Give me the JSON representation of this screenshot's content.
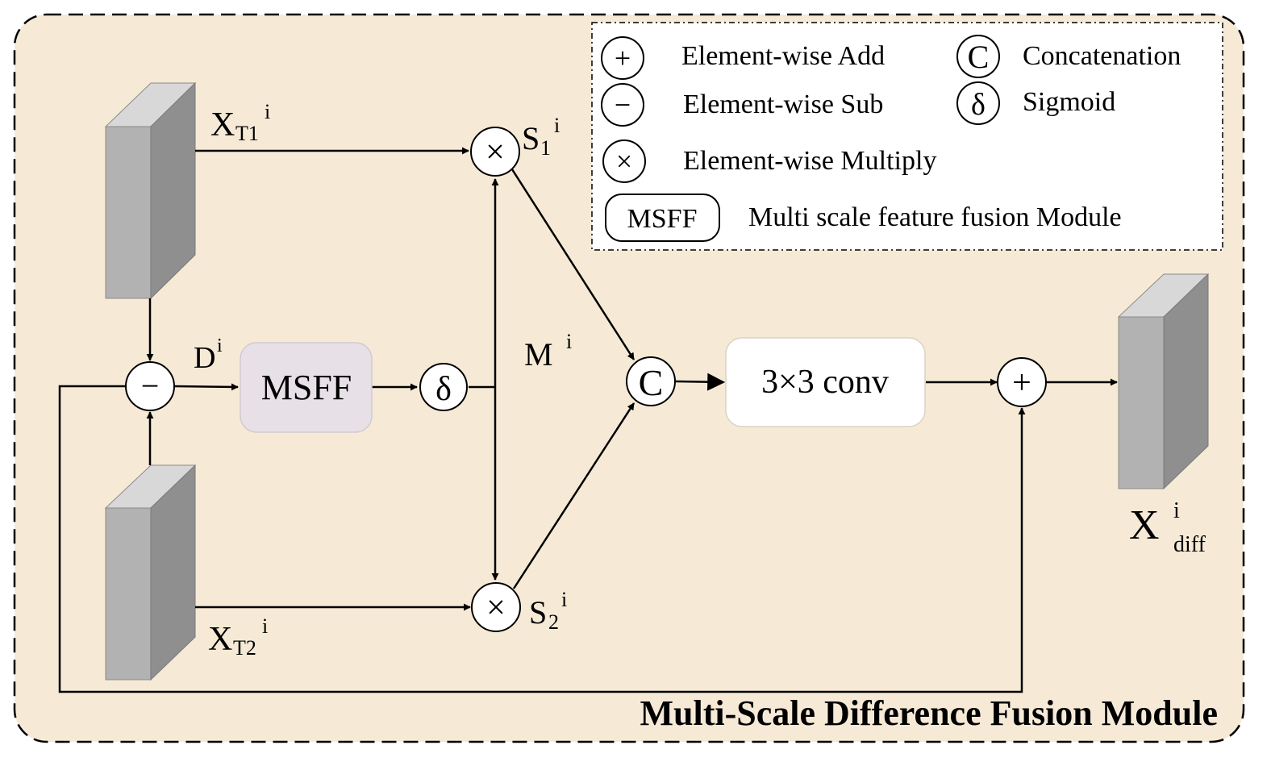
{
  "colors": {
    "module_bg": "#f6ead7",
    "msff_block": "#e7e0e6",
    "cube_front": "#b2b2b2",
    "cube_side": "#8f8f8f",
    "cube_top": "#d8d8d8",
    "line": "#000000"
  },
  "legend": {
    "add_symbol": "+",
    "add_label": "Element-wise Add",
    "sub_symbol": "−",
    "sub_label": "Element-wise Sub",
    "mul_symbol": "×",
    "mul_label": "Element-wise Multiply",
    "concat_symbol": "C",
    "concat_label": "Concatenation",
    "sigmoid_symbol": "δ",
    "sigmoid_label": "Sigmoid",
    "msff_symbol": "MSFF",
    "msff_label": "Multi scale feature fusion Module"
  },
  "labels": {
    "xt1_base": "X",
    "xt1_sub": "T1",
    "xt1_sup": "i",
    "xt2_base": "X",
    "xt2_sub": "T2",
    "xt2_sup": "i",
    "d_base": "D",
    "d_sup": "i",
    "m_base": "M",
    "m_sup": "i",
    "s1_base": "S",
    "s1_sub": "1",
    "s1_sup": "i",
    "s2_base": "S",
    "s2_sub": "2",
    "s2_sup": "i",
    "xdiff_base": "X",
    "xdiff_sub": "diff",
    "xdiff_sup": "i"
  },
  "nodes": {
    "sub_symbol": "−",
    "sigmoid_symbol": "δ",
    "mul1_symbol": "×",
    "mul2_symbol": "×",
    "concat_symbol": "C",
    "add_symbol": "+",
    "msff_block": "MSFF",
    "conv_block": "3×3 conv"
  },
  "title": "Multi-Scale Difference Fusion Module"
}
